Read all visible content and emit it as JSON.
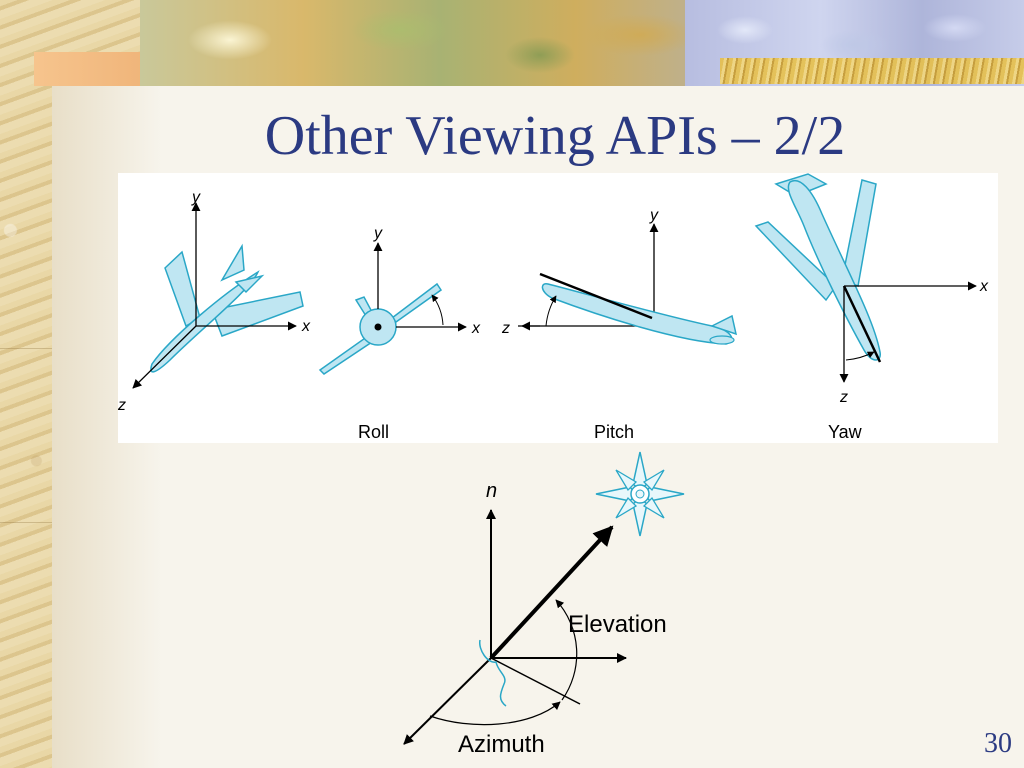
{
  "slide": {
    "title": "Other Viewing APIs – 2/2",
    "page_number": "30"
  },
  "diagram": {
    "roll_label": "Roll",
    "pitch_label": "Pitch",
    "yaw_label": "Yaw",
    "elevation_label": "Elevation",
    "azimuth_label": "Azimuth",
    "axis_x": "x",
    "axis_y": "y",
    "axis_z": "z",
    "axis_n": "n"
  },
  "colors": {
    "title": "#2b3a82",
    "plane_fill": "#bfe6f2",
    "plane_stroke": "#2aa7c7",
    "star": "#2aa7c7"
  }
}
